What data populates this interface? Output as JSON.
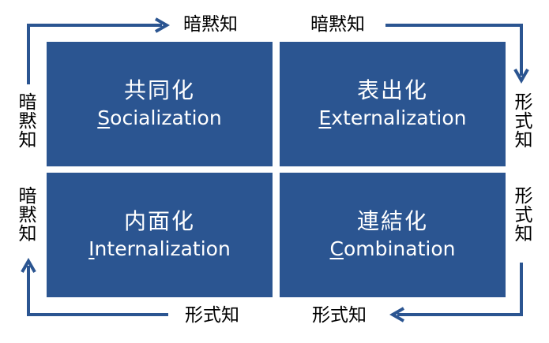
{
  "quadrants": {
    "socialization": {
      "jp": "共同化",
      "initial": "S",
      "rest": "ocialization"
    },
    "externalization": {
      "jp": "表出化",
      "initial": "E",
      "rest": "xternalization"
    },
    "internalization": {
      "jp": "内面化",
      "initial": "I",
      "rest": "nternalization"
    },
    "combination": {
      "jp": "連結化",
      "initial": "C",
      "rest": "ombination"
    }
  },
  "labels": {
    "top_left": "暗黙知",
    "top_right": "暗黙知",
    "left_upper": "暗黙知",
    "left_lower": "暗黙知",
    "right_upper": "形式知",
    "right_lower": "形式知",
    "bottom_left": "形式知",
    "bottom_right": "形式知"
  },
  "colors": {
    "quadrant_fill": "#2b5591",
    "arrow": "#2b5591",
    "quadrant_text": "#ffffff",
    "label_text": "#000000"
  }
}
